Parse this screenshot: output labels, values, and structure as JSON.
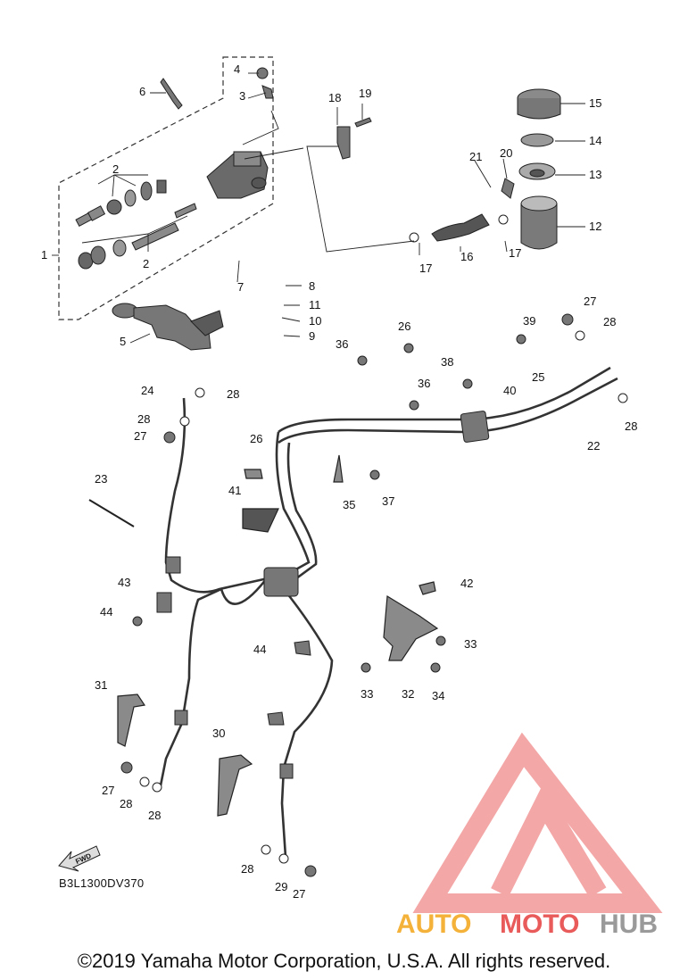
{
  "diagram_code": "B3L1300DV370",
  "fwd_arrow_label": "FWD",
  "copyright": "©2019 Yamaha Motor Corporation, U.S.A. All rights reserved.",
  "watermark": {
    "parts": [
      "AUTO",
      "MOTO",
      "HUB"
    ],
    "colors": [
      "#f4b23a",
      "#e95b5b",
      "#9a9a9a"
    ],
    "triangle_color": "#f08a8a"
  },
  "callouts": [
    "1",
    "2",
    "2",
    "3",
    "4",
    "5",
    "6",
    "7",
    "8",
    "9",
    "10",
    "11",
    "12",
    "13",
    "14",
    "15",
    "16",
    "17",
    "17",
    "18",
    "19",
    "20",
    "21",
    "22",
    "23",
    "24",
    "25",
    "26",
    "26",
    "27",
    "27",
    "27",
    "27",
    "28",
    "28",
    "28",
    "28",
    "28",
    "28",
    "28",
    "29",
    "30",
    "31",
    "32",
    "33",
    "33",
    "34",
    "35",
    "36",
    "36",
    "37",
    "38",
    "39",
    "40",
    "41",
    "42",
    "43",
    "44",
    "44"
  ]
}
